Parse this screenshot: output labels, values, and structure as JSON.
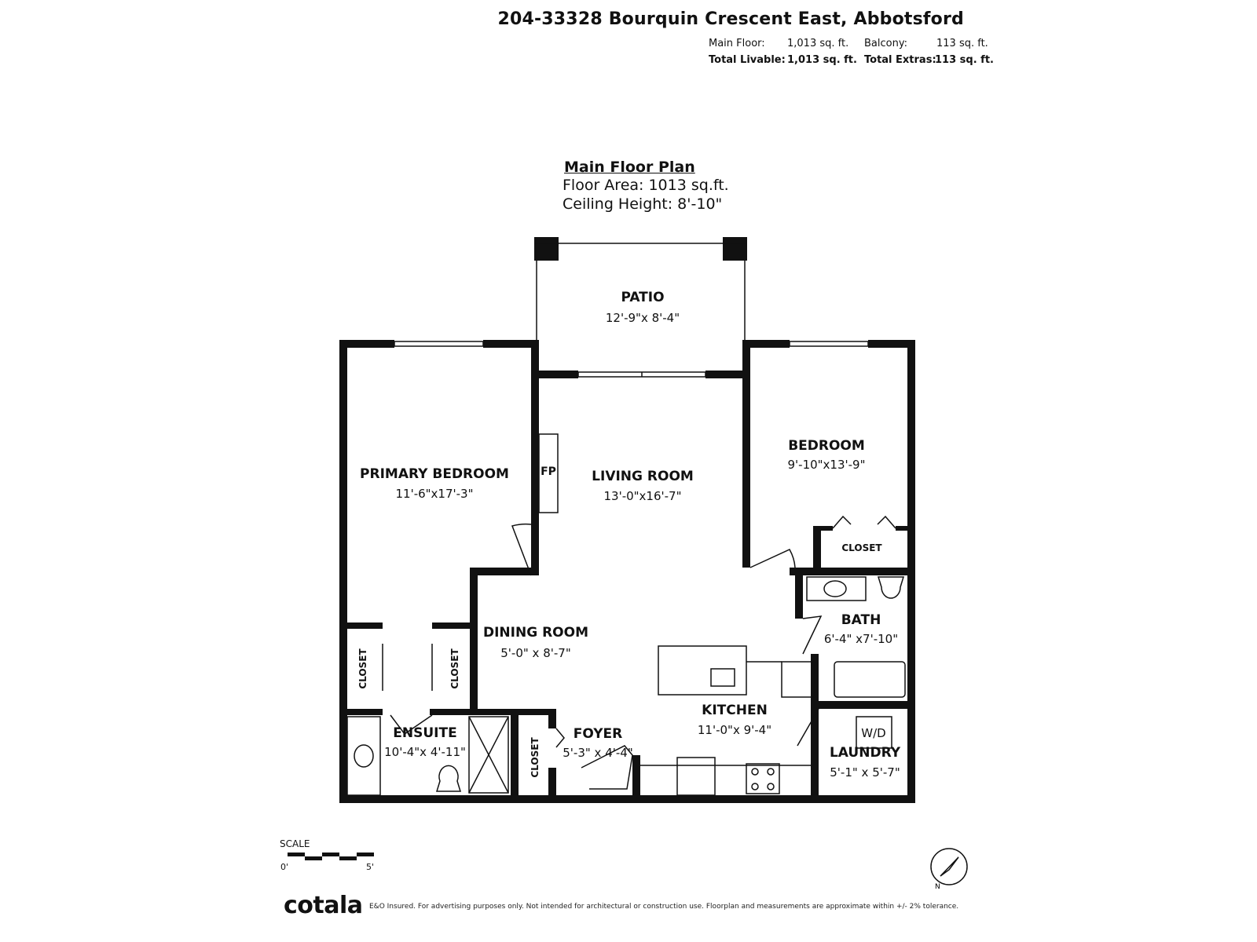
{
  "header": {
    "address": "204-33328 Bourquin Crescent East, Abbotsford",
    "main_floor_label": "Main Floor:",
    "main_floor_value": "1,013 sq. ft.",
    "balcony_label": "Balcony:",
    "balcony_value": "113 sq. ft.",
    "total_livable_label": "Total Livable:",
    "total_livable_value": "1,013 sq. ft.",
    "total_extras_label": "Total Extras:",
    "total_extras_value": "113 sq. ft."
  },
  "plan": {
    "title": "Main Floor Plan",
    "floor_area": "Floor Area: 1013 sq.ft.",
    "ceiling_height": "Ceiling Height: 8'-10\""
  },
  "rooms": {
    "patio": {
      "name": "PATIO",
      "dims": "12'-9\"x  8'-4\""
    },
    "primary_bedroom": {
      "name": "PRIMARY BEDROOM",
      "dims": "11'-6\"x17'-3\""
    },
    "living_room": {
      "name": "LIVING ROOM",
      "dims": "13'-0\"x16'-7\""
    },
    "bedroom": {
      "name": "BEDROOM",
      "dims": "9'-10\"x13'-9\""
    },
    "bath": {
      "name": "BATH",
      "dims": "6'-4\" x7'-10\""
    },
    "dining_room": {
      "name": "DINING ROOM",
      "dims": "5'-0\" x  8'-7\""
    },
    "kitchen": {
      "name": "KITCHEN",
      "dims": "11'-0\"x  9'-4\""
    },
    "ensuite": {
      "name": "ENSUITE",
      "dims": "10'-4\"x 4'-11\""
    },
    "foyer": {
      "name": "FOYER",
      "dims": "5'-3\"  x 4'-4\""
    },
    "laundry": {
      "name": "LAUNDRY",
      "dims": "5'-1\"  x  5'-7\""
    }
  },
  "labels": {
    "closet": "CLOSET",
    "fireplace": "FP",
    "washer_dryer": "W/D"
  },
  "scale": {
    "label": "SCALE",
    "start": "0'",
    "end": "5'"
  },
  "compass": {
    "north_label": "N"
  },
  "footer": {
    "logo": "cotala",
    "disclaimer": "E&O Insured. For advertising purposes only. Not intended for architectural or construction use. Floorplan and measurements are approximate within +/- 2% tolerance."
  },
  "colors": {
    "wall": "#111111",
    "background": "#ffffff"
  }
}
